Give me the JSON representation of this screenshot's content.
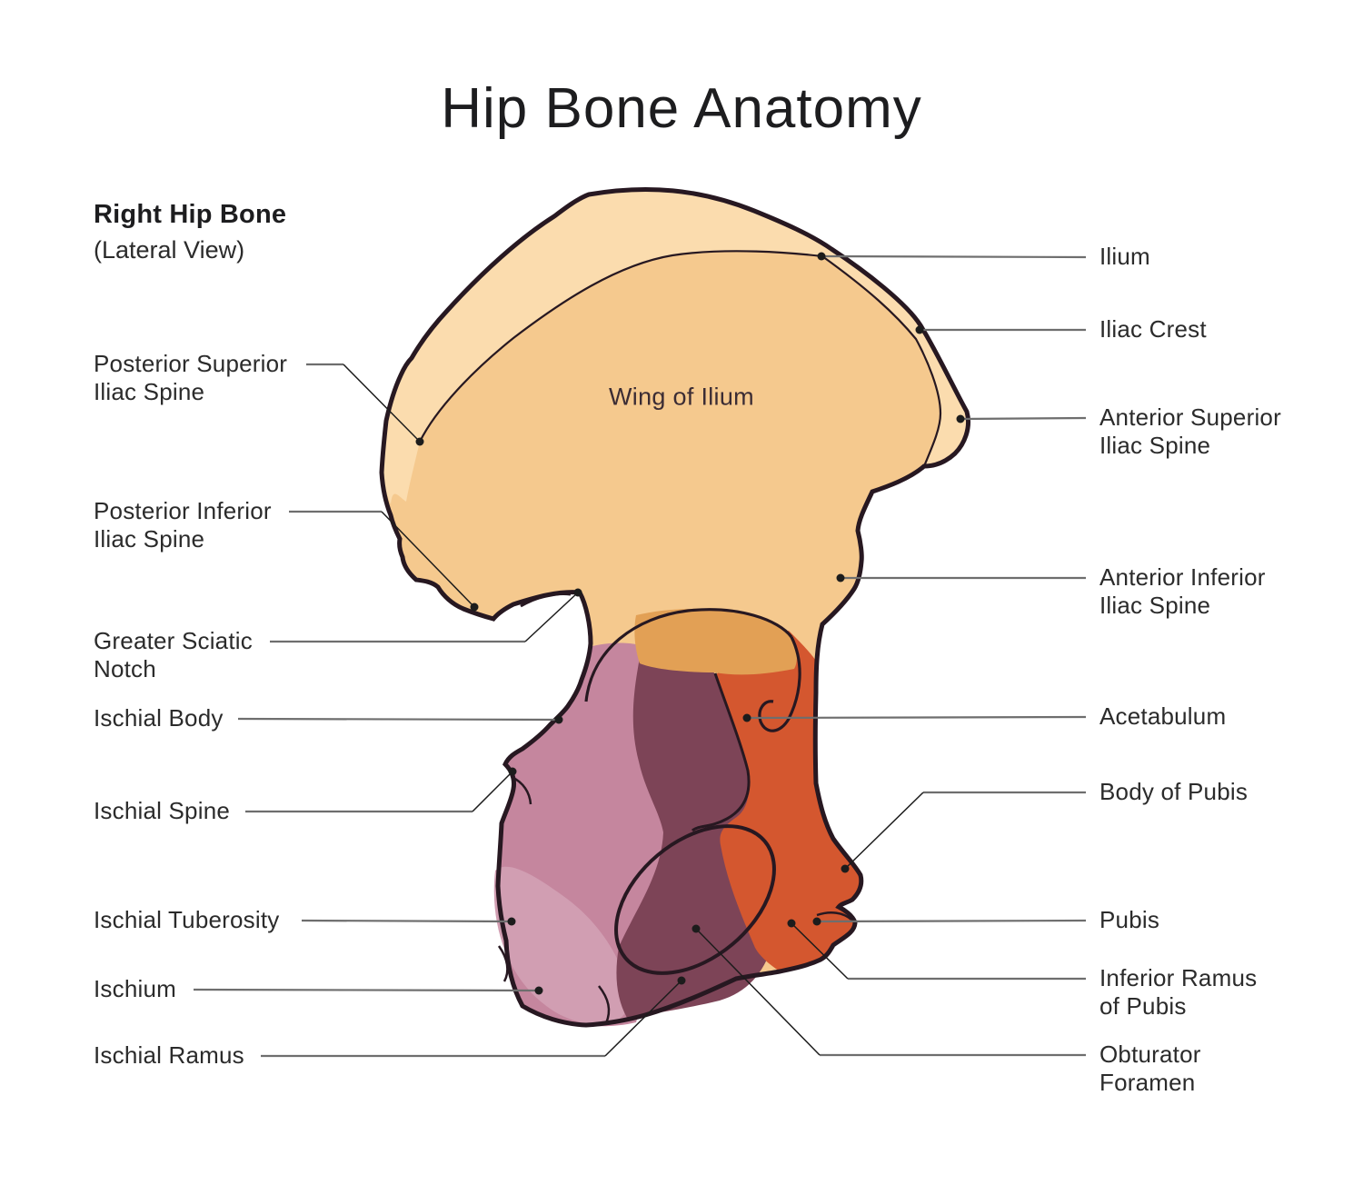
{
  "title": "Hip Bone Anatomy",
  "heading": {
    "name": "Right Hip Bone",
    "view": "(Lateral View)"
  },
  "diagram_label": "Wing of Ilium",
  "labels": {
    "left": [
      {
        "id": "posterior-superior-iliac-spine",
        "text": "Posterior Superior\nIliac Spine"
      },
      {
        "id": "posterior-inferior-iliac-spine",
        "text": "Posterior Inferior\nIliac Spine"
      },
      {
        "id": "greater-sciatic-notch",
        "text": "Greater Sciatic\nNotch"
      },
      {
        "id": "ischial-body",
        "text": "Ischial Body"
      },
      {
        "id": "ischial-spine",
        "text": "Ischial Spine"
      },
      {
        "id": "ischial-tuberosity",
        "text": "Ischial Tuberosity"
      },
      {
        "id": "ischium",
        "text": "Ischium"
      },
      {
        "id": "ischial-ramus",
        "text": "Ischial Ramus"
      }
    ],
    "right": [
      {
        "id": "ilium",
        "text": "Ilium"
      },
      {
        "id": "iliac-crest",
        "text": "Iliac Crest"
      },
      {
        "id": "anterior-superior-iliac-spine",
        "text": "Anterior Superior\nIliac Spine"
      },
      {
        "id": "anterior-inferior-iliac-spine",
        "text": "Anterior Inferior\nIliac Spine"
      },
      {
        "id": "acetabulum",
        "text": "Acetabulum"
      },
      {
        "id": "body-of-pubis",
        "text": "Body of Pubis"
      },
      {
        "id": "pubis",
        "text": "Pubis"
      },
      {
        "id": "inferior-ramus-of-pubis",
        "text": "Inferior Ramus\nof Pubis"
      },
      {
        "id": "obturator-foramen",
        "text": "Obturator\nForamen"
      }
    ]
  },
  "colors": {
    "background": "#ffffff",
    "outline": "#271821",
    "ilium_wing": "#F5C98E",
    "iliac_crest_rim": "#FBDCAE",
    "acetabulum_top_patch": "#E2A055",
    "ischium_mauve": "#C5869E",
    "ischium_light": "#D19EB2",
    "obturator_ring_maroon": "#7D4457",
    "pubis_orange": "#D4572F",
    "obturator_foramen_fill": "#ffffff",
    "leader_gray": "#6e6e6e",
    "leader_dark": "#1c1c1c",
    "title_text": "#1d1d1f",
    "label_text": "#2b2b2b"
  }
}
